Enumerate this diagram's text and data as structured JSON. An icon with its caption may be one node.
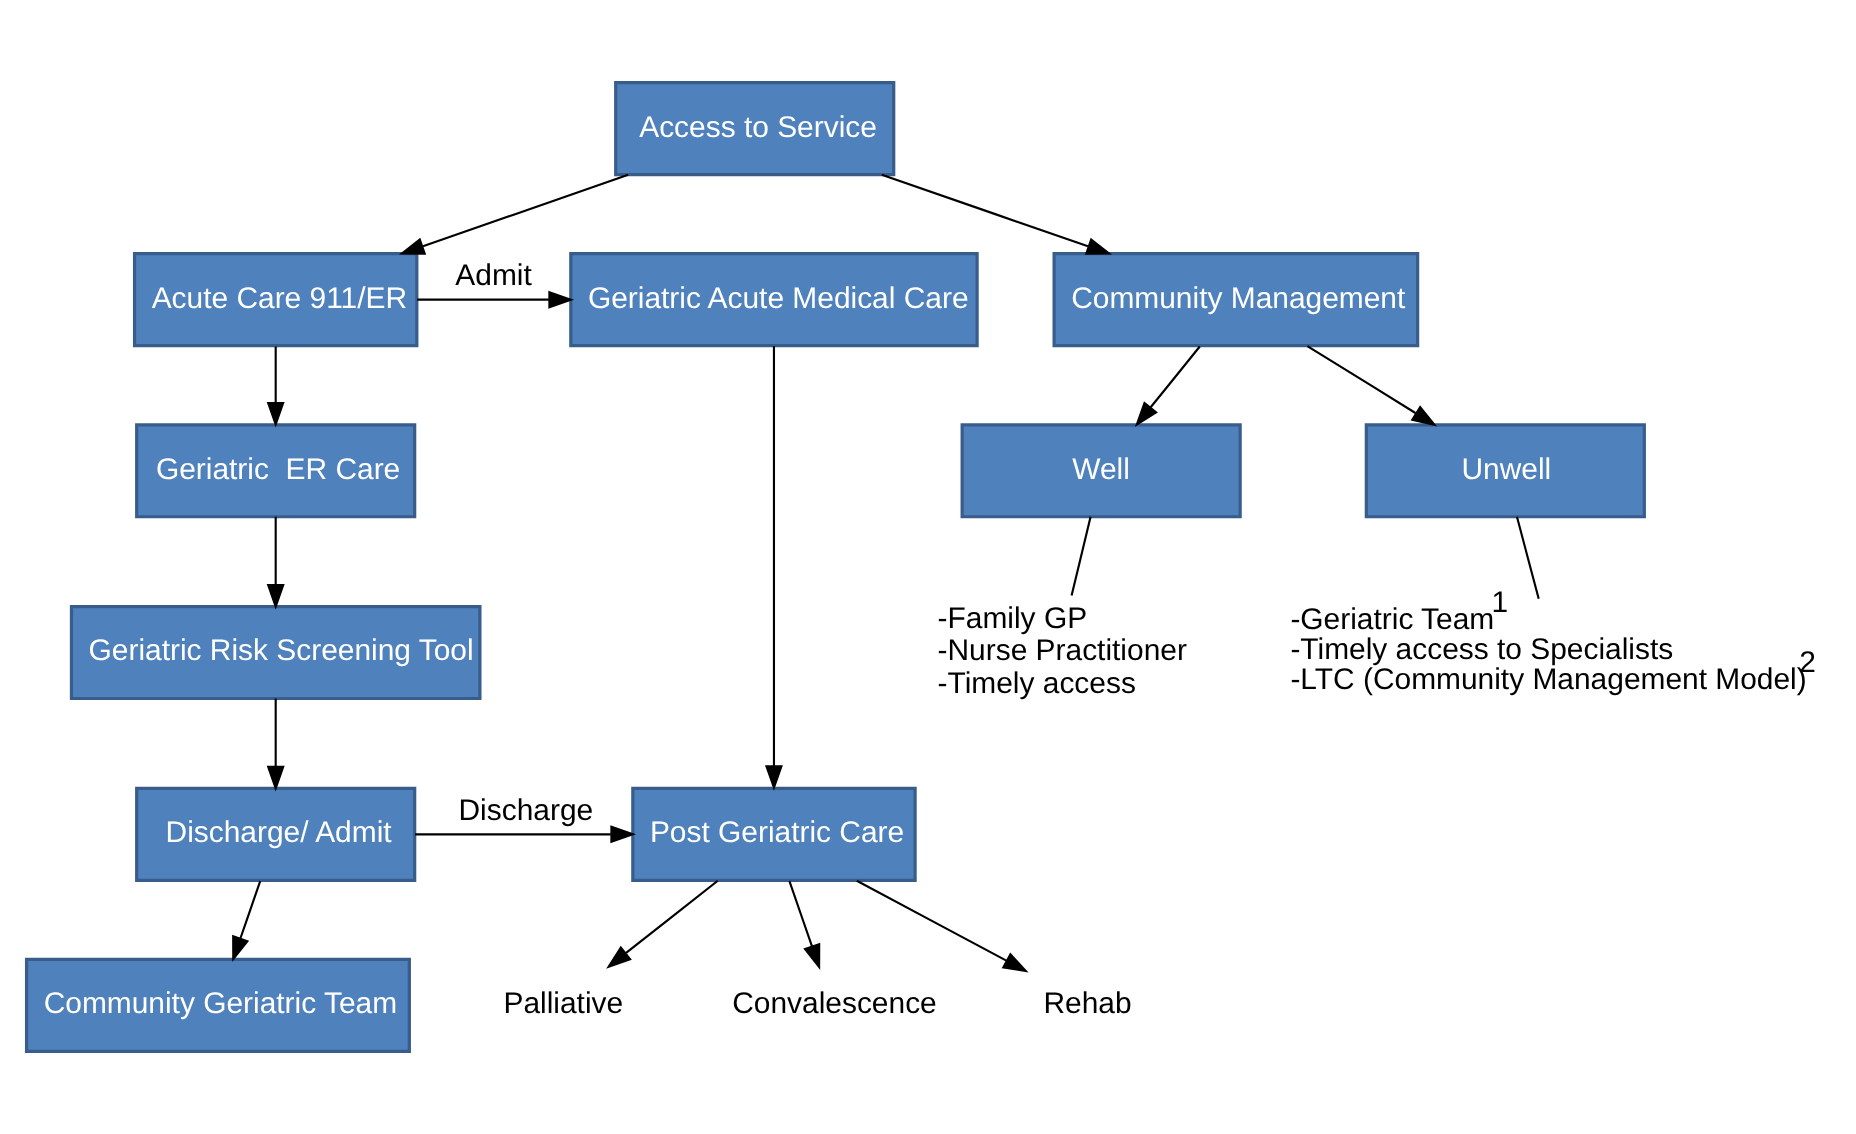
{
  "diagram": {
    "nodes": [
      {
        "text": [
          "Access to Service"
        ]
      },
      {
        "text": [
          "Acute Care 911/ER"
        ]
      },
      {
        "text": [
          "Geriatric Acute Medical Care"
        ]
      },
      {
        "text": [
          "Community Management"
        ]
      },
      {
        "text": [
          "Geriatric  ER Care"
        ]
      },
      {
        "text": [
          "Well"
        ]
      },
      {
        "text": [
          "Unwell"
        ]
      },
      {
        "text": [
          "Geriatric Risk Screening Tool"
        ]
      },
      {
        "text": [
          "-Family GP",
          "-Nurse Practitioner",
          "-Timely access"
        ]
      },
      {
        "text": [
          "-Geriatric Team$^{1}$",
          "-Timely access to Specialists",
          "-LTC (Community Management Model)$^{2}$"
        ]
      },
      {
        "text": [
          "Discharge/ Admit"
        ]
      },
      {
        "text": [
          "Post Geriatric Care"
        ]
      },
      {
        "text": [
          "Community Geriatric Team"
        ]
      },
      {
        "text": [
          "Rehab"
        ]
      },
      {
        "text": [
          "Palliative"
        ]
      },
      {
        "text": [
          "Convalescence"
        ]
      }
    ],
    "edges": [
      {
        "from": 0,
        "to": 1,
        "arrow": "to"
      },
      {
        "from": 0,
        "to": 3,
        "arrow": "to"
      },
      {
        "from": 1,
        "to": 2,
        "arrow": "to",
        "label": "Admit"
      },
      {
        "from": 1,
        "to": 4,
        "arrow": "to"
      },
      {
        "from": 3,
        "to": 5,
        "arrow": "to"
      },
      {
        "from": 3,
        "to": 6,
        "arrow": "to"
      },
      {
        "from": 4,
        "to": 7,
        "arrow": "to"
      },
      {
        "from": 5,
        "to": 8,
        "arrow": "none"
      },
      {
        "from": 6,
        "to": 9,
        "arrow": "none"
      },
      {
        "from": 7,
        "to": 10,
        "arrow": "to"
      },
      {
        "from": 2,
        "to": 11,
        "arrow": "to"
      },
      {
        "from": 10,
        "to": 11,
        "arrow": "to",
        "label": "Discharge"
      },
      {
        "from": 10,
        "to": 12,
        "arrow": "to"
      },
      {
        "from": 11,
        "to": 13,
        "arrow": "to"
      },
      {
        "from": 11,
        "to": 14,
        "arrow": "to"
      },
      {
        "from": 11,
        "to": 15,
        "arrow": "to"
      }
    ]
  }
}
